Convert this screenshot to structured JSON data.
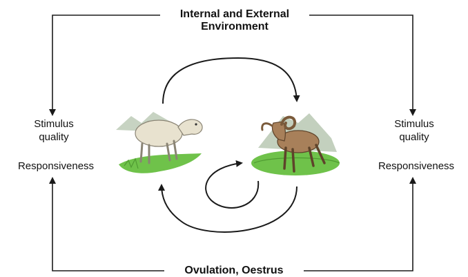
{
  "top_label": {
    "line1": "Internal and External",
    "line2": "Environment"
  },
  "bottom_label": "Ovulation, Oestrus",
  "left": {
    "stimulus": "Stimulus",
    "quality": "quality",
    "responsiveness": "Responsiveness"
  },
  "right": {
    "stimulus": "Stimulus",
    "quality": "quality",
    "responsiveness": "Responsiveness"
  },
  "colors": {
    "line": "#1a1a1a",
    "grass": "#6fc24a",
    "ewe": "#e8e2cf",
    "ram": "#a8805a",
    "hills": "#b9c8b3"
  }
}
